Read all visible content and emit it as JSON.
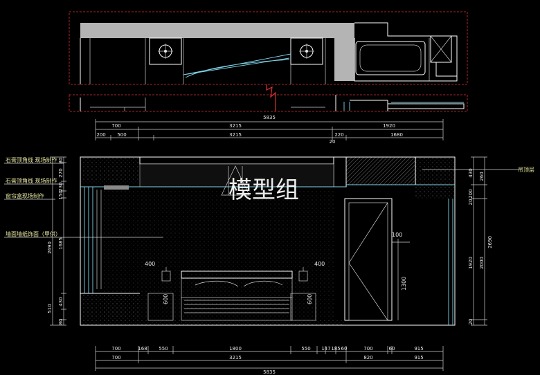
{
  "watermark": "模型组",
  "annotations": {
    "left": [
      "石膏顶角线 现场制作",
      "石膏顶角线 现场制作",
      "窗帘盒现场制作",
      "墙面墙纸饰面（甲供）"
    ],
    "right": [
      "吊顶层"
    ]
  },
  "top_dims": {
    "total": "5835",
    "row1": [
      "700",
      "3215",
      "1920"
    ],
    "row2": [
      "200",
      "500",
      "3215",
      "220",
      "1680"
    ],
    "row2_extra": "20"
  },
  "bottom_dims": {
    "row1": [
      "700",
      "168",
      "550",
      "1800",
      "550",
      "147",
      "185",
      "60",
      "700",
      "60",
      "915"
    ],
    "row2": [
      "700",
      "3215",
      "820",
      "915"
    ],
    "total": "5835"
  },
  "left_dims": {
    "outer": [
      "2690"
    ],
    "inner": [
      "80",
      "270",
      "230",
      "150",
      "1685",
      "430",
      "510",
      "80"
    ]
  },
  "right_dims": {
    "inner": [
      "430",
      "260",
      "200",
      "20",
      "1920",
      "20"
    ],
    "outer": [
      "2690",
      "2000"
    ]
  },
  "interior_labels": {
    "lamp_left": "400",
    "lamp_right": "400",
    "door_top": "100",
    "door_height": "1300",
    "table_left": "600",
    "table_right": "600"
  }
}
